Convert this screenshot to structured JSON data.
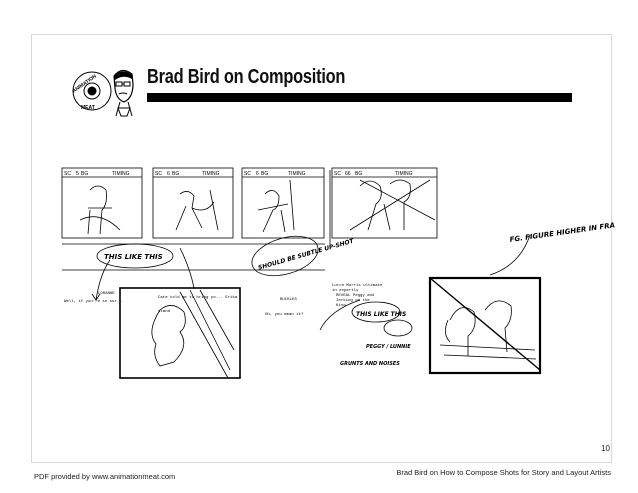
{
  "header": {
    "title": "Brad Bird on Composition",
    "logo_text": "ANIMATION MEAT"
  },
  "storyboard": {
    "panel_labels": [
      "SC",
      "BG",
      "TIMING"
    ],
    "scene_numbers": [
      "5",
      "6",
      "6",
      "66"
    ],
    "dialogue": {
      "left_name": "LORANNE",
      "left_line": "Well, if you're so sur...",
      "center_line": "Cate told me to bring yo... Erika",
      "center_name": "stand",
      "right_name": "BUCKLES",
      "right_line": "Oh, you mean it?",
      "far_right_lines": [
        "Lurch Morris ultimate",
        "in expertly",
        "REVEAL Peggy and",
        "Jerking on the",
        "King."
      ]
    },
    "annotations": {
      "this_like_this_left": "THIS LIKE THIS",
      "should_be": "SHOULD BE SUBTLE UP-SHOT",
      "this_like_this_center": "THIS LIKE THIS",
      "fg_figure": "FG. FIGURE HIGHER IN FRAME ETC.",
      "peggy": "PEGGY / LUNNIE",
      "grunts": "GRUNTS AND NOISES"
    }
  },
  "footer": {
    "page_number": "10",
    "left": "PDF provided by www.animationmeat.com",
    "right": "Brad Bird on How to Compose Shots for Story and Layout Artists"
  }
}
